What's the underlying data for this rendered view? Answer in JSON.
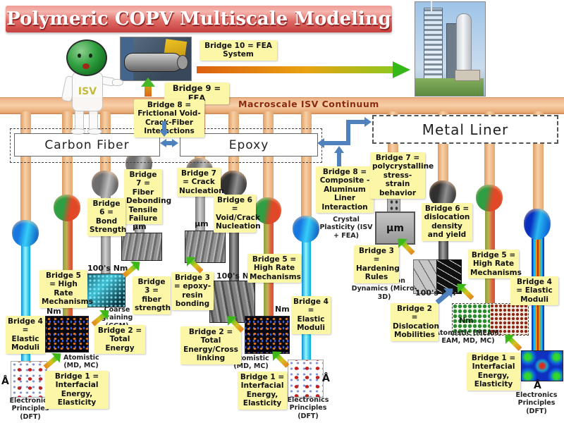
{
  "title": "Polymeric COPV Multiscale Modeling",
  "robot": {
    "chest": "ISV"
  },
  "top": {
    "bridge10": "Bridge 10 = FEA System",
    "bridge9": "Bridge 9 = FEA",
    "bridge8_frictional": "Bridge 8 = Frictional Void-Crack-Fiber Interactions",
    "macroscale": "Macroscale ISV Continuum"
  },
  "cf": {
    "box_label": "Carbon Fiber",
    "b7": "Bridge 7 = Fiber Debonding Tensile Failure",
    "b6": "Bridge 6 = Bond Strength",
    "b5": "Bridge 5 = High Rate Mechanisms",
    "b4": "Bridge 4 = Elastic Moduli",
    "b3": "Bridge 3 = fiber strength",
    "b2": "Bridge 2 = Total Energy",
    "b1": "Bridge 1 = Interfacial Energy, Elasticity",
    "um": "μm",
    "nm100": "100's Nm",
    "nm": "Nm",
    "angstrom": "Å",
    "cap_cgm": "Coarse graining (CGM)",
    "cap_atomistic": "Atomistic (MD, MC)",
    "cap_dft": "Electronics Principles (DFT)"
  },
  "ep": {
    "box_label": "Epoxy",
    "b7": "Bridge 7 = Crack Nucleation",
    "b6": "Bridge 6 = Void/Crack Nucleation",
    "b5": "Bridge 5 = High Rate Mechanisms",
    "b4": "Bridge 4 = Elastic Moduli",
    "b3": "Bridge 3 = epoxy-resin bonding",
    "b2": "Bridge 2 = Total Energy/Cross linking",
    "b1": "Bridge 1 = Interfacial Energy, Elasticity",
    "um": "μm",
    "nm100": "100's Nm",
    "nm": "Nm",
    "angstrom": "Å",
    "cap_atomistic": "Atomistic (MD, MC)",
    "cap_dft": "Electronics Principles (DFT)"
  },
  "ml": {
    "box_label": "Metal Liner",
    "b8": "Bridge 8 = Composite - Aluminum Liner Interaction",
    "b7": "Bridge 7 = polycrystalline stress-strain behavior",
    "b6": "Bridge 6 = dislocation density and yield",
    "b5": "Bridge 5 = High Rate Mechanisms",
    "b4": "Bridge 4 = Elastic Moduli",
    "b3": "Bridge 3 = Hardening Rules",
    "b2": "Bridge 2 = Dislocation Mobilities",
    "b1": "Bridge 1 = Interfacial Energy, Elasticity",
    "um": "μm",
    "nm100": "100's Nm",
    "nm": "Nm",
    "angstrom": "Å",
    "cap_crystal": "Crystal Plasticity (ISV + FEA)",
    "cap_dd": "Dislocation Dynamics (Micro-3D)",
    "cap_atomistic": "Atomistic (MEAM, EAM, MD, MC)",
    "cap_dft": "Electronics Principles (DFT)"
  },
  "colors": {
    "label_yellow": "#fbf7a6",
    "arrow_blue": "#4f81bd",
    "banner_red": "#c64040",
    "macroscale_orange": "#f3c498",
    "bridge_arrow_green": "#58c820",
    "bridge_arrow_orange": "#e8821e"
  }
}
